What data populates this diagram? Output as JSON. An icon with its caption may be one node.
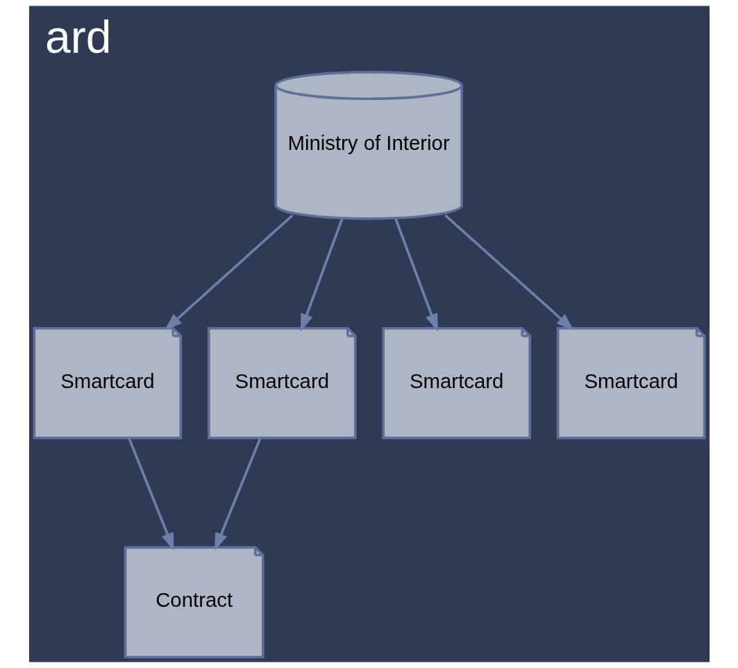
{
  "diagram": {
    "title": "ard",
    "nodes": [
      {
        "text": [
          "Ministry of Interior"
        ]
      },
      {
        "text": [
          "Smartcard"
        ]
      },
      {
        "text": [
          "Smartcard"
        ]
      },
      {
        "text": [
          "Smartcard"
        ]
      },
      {
        "text": [
          "Smartcard"
        ]
      },
      {
        "text": [
          "Contract"
        ]
      }
    ],
    "edges": [
      {
        "from": 0,
        "to": 1,
        "arrow": "to"
      },
      {
        "from": 0,
        "to": 2,
        "arrow": "to"
      },
      {
        "from": 0,
        "to": 3,
        "arrow": "to"
      },
      {
        "from": 0,
        "to": 4,
        "arrow": "to"
      },
      {
        "from": 1,
        "to": 5,
        "arrow": "to"
      },
      {
        "from": 2,
        "to": 5,
        "arrow": "to"
      }
    ]
  }
}
